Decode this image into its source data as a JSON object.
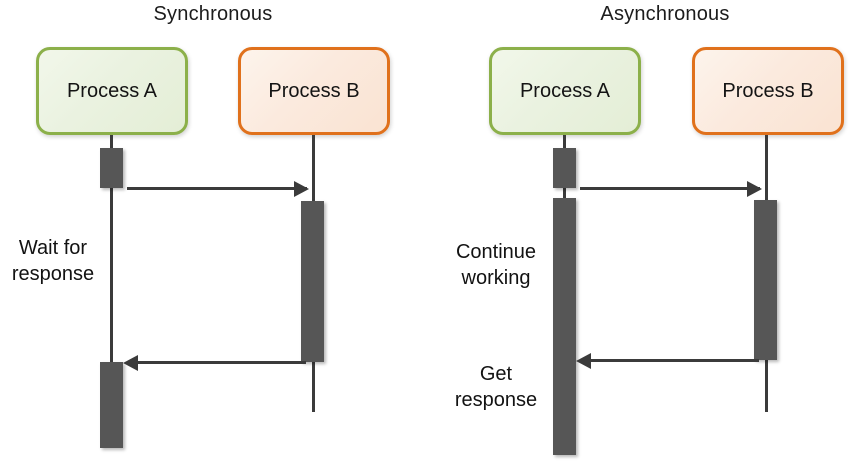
{
  "diagram": {
    "type": "uml-sequence-diagram",
    "title_left": "Synchronous",
    "title_right": "Asynchronous",
    "colors": {
      "process_a_border": "#8cb04a",
      "process_a_fill": "#eef4e4",
      "process_b_border": "#e0711c",
      "process_b_fill": "#fbeade",
      "activation_bar": "#565656",
      "lifeline": "#3b3b3b",
      "background": "#ffffff",
      "text": "#121212"
    }
  },
  "panels": [
    {
      "key": "synchronous",
      "title": "Synchronous",
      "participants": [
        {
          "key": "process-a",
          "label": "Process A",
          "color": "green"
        },
        {
          "key": "process-b",
          "label": "Process B",
          "color": "orange"
        }
      ],
      "notes": [
        {
          "key": "wait-for-response",
          "text": "Wait for\nresponse"
        }
      ],
      "messages": [
        {
          "key": "request",
          "from": "process-a",
          "to": "process-b",
          "direction": "right"
        },
        {
          "key": "response",
          "from": "process-b",
          "to": "process-a",
          "direction": "left"
        }
      ]
    },
    {
      "key": "asynchronous",
      "title": "Asynchronous",
      "participants": [
        {
          "key": "process-a",
          "label": "Process A",
          "color": "green"
        },
        {
          "key": "process-b",
          "label": "Process B",
          "color": "orange"
        }
      ],
      "notes": [
        {
          "key": "continue-working",
          "text": "Continue\nworking"
        },
        {
          "key": "get-response",
          "text": "Get\nresponse"
        }
      ],
      "messages": [
        {
          "key": "request",
          "from": "process-a",
          "to": "process-b",
          "direction": "right"
        },
        {
          "key": "response",
          "from": "process-b",
          "to": "process-a",
          "direction": "left"
        }
      ]
    }
  ]
}
